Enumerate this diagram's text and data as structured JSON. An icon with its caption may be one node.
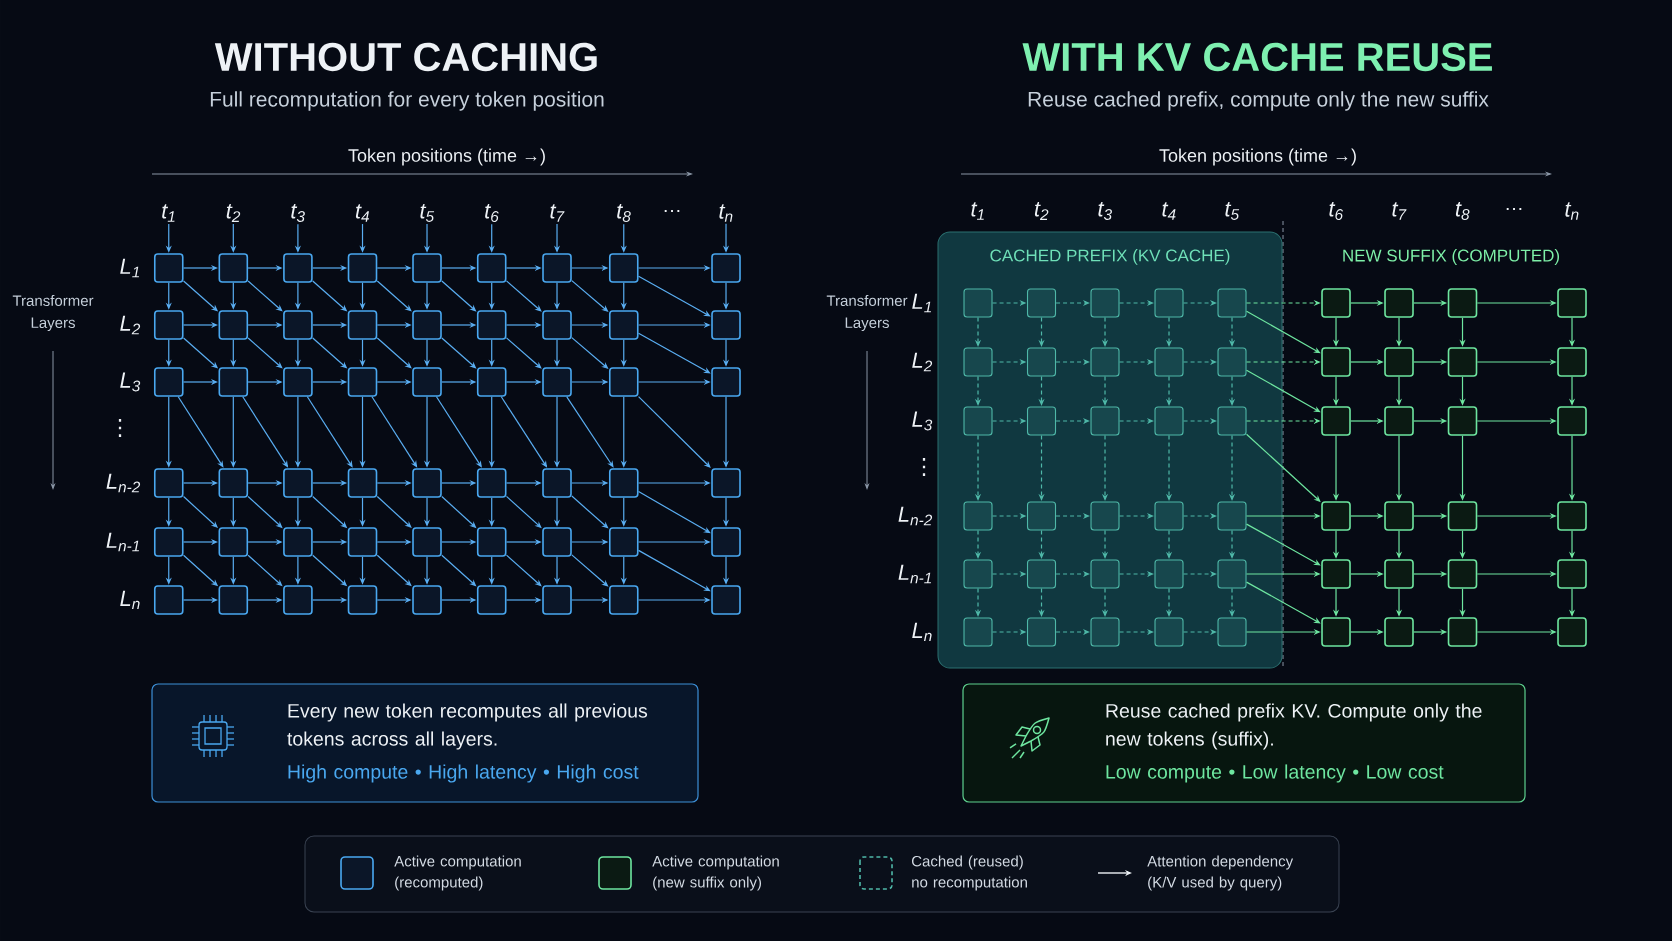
{
  "diagram": {
    "nodes": [
      {
        "text": [
          "t$_{1}$"
        ]
      },
      {
        "text": [
          "t$_{2}$"
        ]
      },
      {
        "text": [
          "t$_{3}$"
        ]
      },
      {
        "text": [
          "t$_{4}$"
        ]
      },
      {
        "text": [
          "t$_{5}$"
        ]
      },
      {
        "text": [
          "t$_{6}$"
        ]
      },
      {
        "text": [
          "t$_{7}$"
        ]
      },
      {
        "text": [
          "t$_{8}$"
        ]
      },
      {
        "text": [
          "t$_{n}$"
        ]
      },
      {
        "text": [],
        "shape": "box"
      },
      {
        "text": [],
        "shape": "box"
      },
      {
        "text": [],
        "shape": "box"
      },
      {
        "text": [],
        "shape": "box"
      },
      {
        "text": [],
        "shape": "box"
      },
      {
        "text": [],
        "shape": "box"
      },
      {
        "text": [],
        "shape": "box"
      },
      {
        "text": [],
        "shape": "box"
      },
      {
        "text": [],
        "shape": "box"
      },
      {
        "text": [],
        "shape": "box"
      },
      {
        "text": [],
        "shape": "box"
      },
      {
        "text": [],
        "shape": "box"
      },
      {
        "text": [],
        "shape": "box"
      },
      {
        "text": [],
        "shape": "box"
      },
      {
        "text": [],
        "shape": "box"
      },
      {
        "text": [],
        "shape": "box"
      },
      {
        "text": [],
        "shape": "box"
      },
      {
        "text": [],
        "shape": "box"
      },
      {
        "text": [],
        "shape": "box"
      },
      {
        "text": [],
        "shape": "box"
      },
      {
        "text": [],
        "shape": "box"
      },
      {
        "text": [],
        "shape": "box"
      },
      {
        "text": [],
        "shape": "box"
      },
      {
        "text": [],
        "shape": "box"
      },
      {
        "text": [],
        "shape": "box"
      },
      {
        "text": [],
        "shape": "box"
      },
      {
        "text": [],
        "shape": "box"
      },
      {
        "text": [],
        "shape": "box"
      },
      {
        "text": [],
        "shape": "box"
      },
      {
        "text": [],
        "shape": "box"
      },
      {
        "text": [],
        "shape": "box"
      },
      {
        "text": [],
        "shape": "box"
      },
      {
        "text": [],
        "shape": "box"
      },
      {
        "text": [],
        "shape": "box"
      },
      {
        "text": [],
        "shape": "box"
      },
      {
        "text": [],
        "shape": "box"
      },
      {
        "text": [],
        "shape": "box"
      },
      {
        "text": [],
        "shape": "box"
      },
      {
        "text": [],
        "shape": "box"
      },
      {
        "text": [],
        "shape": "box"
      },
      {
        "text": [],
        "shape": "box"
      },
      {
        "text": [],
        "shape": "box"
      },
      {
        "text": [],
        "shape": "box"
      },
      {
        "text": [],
        "shape": "box"
      },
      {
        "text": [],
        "shape": "box"
      },
      {
        "text": [],
        "shape": "box"
      },
      {
        "text": [],
        "shape": "box"
      },
      {
        "text": [],
        "shape": "box"
      },
      {
        "text": [],
        "shape": "box"
      },
      {
        "text": [],
        "shape": "box"
      },
      {
        "text": [],
        "shape": "box"
      },
      {
        "text": [],
        "shape": "box"
      },
      {
        "text": [],
        "shape": "box"
      },
      {
        "text": [],
        "shape": "box"
      },
      {
        "text": [
          "CACHED PREFIX (KV CACHE)"
        ]
      },
      {
        "text": [],
        "shape": "box",
        "in": 63
      },
      {
        "text": [],
        "shape": "box",
        "in": 63
      },
      {
        "text": [],
        "shape": "box",
        "in": 63
      },
      {
        "text": [],
        "shape": "box",
        "in": 63
      },
      {
        "text": [],
        "shape": "box",
        "in": 63
      },
      {
        "text": [],
        "shape": "box"
      },
      {
        "text": [],
        "shape": "box"
      },
      {
        "text": [],
        "shape": "box"
      },
      {
        "text": [],
        "shape": "box"
      },
      {
        "text": [],
        "shape": "box",
        "in": 63
      },
      {
        "text": [],
        "shape": "box",
        "in": 63
      },
      {
        "text": [],
        "shape": "box",
        "in": 63
      },
      {
        "text": [],
        "shape": "box",
        "in": 63
      },
      {
        "text": [],
        "shape": "box",
        "in": 63
      },
      {
        "text": [],
        "shape": "box"
      },
      {
        "text": [],
        "shape": "box"
      },
      {
        "text": [],
        "shape": "box"
      },
      {
        "text": [],
        "shape": "box"
      },
      {
        "text": [],
        "shape": "box",
        "in": 63
      },
      {
        "text": [],
        "shape": "box",
        "in": 63
      },
      {
        "text": [],
        "shape": "box",
        "in": 63
      },
      {
        "text": [],
        "shape": "box",
        "in": 63
      },
      {
        "text": [],
        "shape": "box",
        "in": 63
      },
      {
        "text": [],
        "shape": "box"
      },
      {
        "text": [],
        "shape": "box"
      },
      {
        "text": [],
        "shape": "box"
      },
      {
        "text": [],
        "shape": "box"
      },
      {
        "text": [],
        "shape": "box",
        "in": 63
      },
      {
        "text": [],
        "shape": "box",
        "in": 63
      },
      {
        "text": [],
        "shape": "box",
        "in": 63
      },
      {
        "text": [],
        "shape": "box",
        "in": 63
      },
      {
        "text": [],
        "shape": "box",
        "in": 63
      },
      {
        "text": [],
        "shape": "box"
      },
      {
        "text": [],
        "shape": "box"
      },
      {
        "text": [],
        "shape": "box"
      },
      {
        "text": [],
        "shape": "box"
      },
      {
        "text": [],
        "shape": "box",
        "in": 63
      },
      {
        "text": [],
        "shape": "box",
        "in": 63
      },
      {
        "text": [],
        "shape": "box",
        "in": 63
      },
      {
        "text": [],
        "shape": "box",
        "in": 63
      },
      {
        "text": [],
        "shape": "box",
        "in": 63
      },
      {
        "text": [],
        "shape": "box"
      },
      {
        "text": [],
        "shape": "box"
      },
      {
        "text": [],
        "shape": "box"
      },
      {
        "text": [],
        "shape": "box"
      },
      {
        "text": [],
        "shape": "box",
        "in": 63
      },
      {
        "text": [],
        "shape": "box",
        "in": 63
      },
      {
        "text": [],
        "shape": "box",
        "in": 63
      },
      {
        "text": [],
        "shape": "box",
        "in": 63
      },
      {
        "text": [],
        "shape": "box",
        "in": 63
      },
      {
        "text": [],
        "shape": "box"
      },
      {
        "text": [],
        "shape": "box"
      },
      {
        "text": [],
        "shape": "box"
      },
      {
        "text": [],
        "shape": "box"
      },
      {
        "text": [
          "Every new token recomputes all previous tokens across all layers.",
          "High compute • High latency • High cost"
        ]
      },
      {
        "text": [
          "Reuse cached prefix KV. Compute only the new tokens (suffix).",
          "Low compute • Low latency • Low cost"
        ]
      }
    ],
    "edges": [
      {
        "from": 0,
        "to": 9,
        "arrow": "to"
      },
      {
        "from": 1,
        "to": 10,
        "arrow": "to"
      },
      {
        "from": 2,
        "to": 11,
        "arrow": "to"
      },
      {
        "from": 3,
        "to": 12,
        "arrow": "to"
      },
      {
        "from": 4,
        "to": 13,
        "arrow": "to"
      },
      {
        "from": 5,
        "to": 14,
        "arrow": "to"
      },
      {
        "from": 6,
        "to": 15,
        "arrow": "to"
      },
      {
        "from": 7,
        "to": 16,
        "arrow": "to"
      },
      {
        "from": 8,
        "to": 17,
        "arrow": "to"
      },
      {
        "from": 9,
        "to": 10,
        "arrow": "to"
      },
      {
        "from": 10,
        "to": 11,
        "arrow": "to"
      },
      {
        "from": 11,
        "to": 12,
        "arrow": "to"
      },
      {
        "from": 12,
        "to": 13,
        "arrow": "to"
      },
      {
        "from": 13,
        "to": 14,
        "arrow": "to"
      },
      {
        "from": 14,
        "to": 15,
        "arrow": "to"
      },
      {
        "from": 15,
        "to": 16,
        "arrow": "to"
      },
      {
        "from": 16,
        "to": 17,
        "arrow": "to"
      },
      {
        "from": 18,
        "to": 19,
        "arrow": "to"
      },
      {
        "from": 19,
        "to": 20,
        "arrow": "to"
      },
      {
        "from": 20,
        "to": 21,
        "arrow": "to"
      },
      {
        "from": 21,
        "to": 22,
        "arrow": "to"
      },
      {
        "from": 22,
        "to": 23,
        "arrow": "to"
      },
      {
        "from": 23,
        "to": 24,
        "arrow": "to"
      },
      {
        "from": 24,
        "to": 25,
        "arrow": "to"
      },
      {
        "from": 25,
        "to": 26,
        "arrow": "to"
      },
      {
        "from": 27,
        "to": 28,
        "arrow": "to"
      },
      {
        "from": 28,
        "to": 29,
        "arrow": "to"
      },
      {
        "from": 29,
        "to": 30,
        "arrow": "to"
      },
      {
        "from": 30,
        "to": 31,
        "arrow": "to"
      },
      {
        "from": 31,
        "to": 32,
        "arrow": "to"
      },
      {
        "from": 32,
        "to": 33,
        "arrow": "to"
      },
      {
        "from": 33,
        "to": 34,
        "arrow": "to"
      },
      {
        "from": 34,
        "to": 35,
        "arrow": "to"
      },
      {
        "from": 36,
        "to": 37,
        "arrow": "to"
      },
      {
        "from": 37,
        "to": 38,
        "arrow": "to"
      },
      {
        "from": 38,
        "to": 39,
        "arrow": "to"
      },
      {
        "from": 39,
        "to": 40,
        "arrow": "to"
      },
      {
        "from": 40,
        "to": 41,
        "arrow": "to"
      },
      {
        "from": 41,
        "to": 42,
        "arrow": "to"
      },
      {
        "from": 42,
        "to": 43,
        "arrow": "to"
      },
      {
        "from": 43,
        "to": 44,
        "arrow": "to"
      },
      {
        "from": 45,
        "to": 46,
        "arrow": "to"
      },
      {
        "from": 46,
        "to": 47,
        "arrow": "to"
      },
      {
        "from": 47,
        "to": 48,
        "arrow": "to"
      },
      {
        "from": 48,
        "to": 49,
        "arrow": "to"
      },
      {
        "from": 49,
        "to": 50,
        "arrow": "to"
      },
      {
        "from": 50,
        "to": 51,
        "arrow": "to"
      },
      {
        "from": 51,
        "to": 52,
        "arrow": "to"
      },
      {
        "from": 52,
        "to": 53,
        "arrow": "to"
      },
      {
        "from": 54,
        "to": 55,
        "arrow": "to"
      },
      {
        "from": 55,
        "to": 56,
        "arrow": "to"
      },
      {
        "from": 56,
        "to": 57,
        "arrow": "to"
      },
      {
        "from": 57,
        "to": 58,
        "arrow": "to"
      },
      {
        "from": 58,
        "to": 59,
        "arrow": "to"
      },
      {
        "from": 59,
        "to": 60,
        "arrow": "to"
      },
      {
        "from": 60,
        "to": 61,
        "arrow": "to"
      },
      {
        "from": 61,
        "to": 62,
        "arrow": "to"
      },
      {
        "from": 9,
        "to": 18,
        "arrow": "to"
      },
      {
        "from": 10,
        "to": 19,
        "arrow": "to"
      },
      {
        "from": 11,
        "to": 20,
        "arrow": "to"
      },
      {
        "from": 12,
        "to": 21,
        "arrow": "to"
      },
      {
        "from": 13,
        "to": 22,
        "arrow": "to"
      },
      {
        "from": 14,
        "to": 23,
        "arrow": "to"
      },
      {
        "from": 15,
        "to": 24,
        "arrow": "to"
      },
      {
        "from": 16,
        "to": 25,
        "arrow": "to"
      },
      {
        "from": 17,
        "to": 26,
        "arrow": "to"
      },
      {
        "from": 18,
        "to": 27,
        "arrow": "to"
      },
      {
        "from": 19,
        "to": 28,
        "arrow": "to"
      },
      {
        "from": 20,
        "to": 29,
        "arrow": "to"
      },
      {
        "from": 21,
        "to": 30,
        "arrow": "to"
      },
      {
        "from": 22,
        "to": 31,
        "arrow": "to"
      },
      {
        "from": 23,
        "to": 32,
        "arrow": "to"
      },
      {
        "from": 24,
        "to": 33,
        "arrow": "to"
      },
      {
        "from": 25,
        "to": 34,
        "arrow": "to"
      },
      {
        "from": 26,
        "to": 35,
        "arrow": "to"
      },
      {
        "from": 27,
        "to": 36,
        "arrow": "to"
      },
      {
        "from": 28,
        "to": 37,
        "arrow": "to"
      },
      {
        "from": 29,
        "to": 38,
        "arrow": "to"
      },
      {
        "from": 30,
        "to": 39,
        "arrow": "to"
      },
      {
        "from": 31,
        "to": 40,
        "arrow": "to"
      },
      {
        "from": 32,
        "to": 41,
        "arrow": "to"
      },
      {
        "from": 33,
        "to": 42,
        "arrow": "to"
      },
      {
        "from": 34,
        "to": 43,
        "arrow": "to"
      },
      {
        "from": 35,
        "to": 44,
        "arrow": "to"
      },
      {
        "from": 36,
        "to": 45,
        "arrow": "to"
      },
      {
        "from": 37,
        "to": 46,
        "arrow": "to"
      },
      {
        "from": 38,
        "to": 47,
        "arrow": "to"
      },
      {
        "from": 39,
        "to": 48,
        "arrow": "to"
      },
      {
        "from": 40,
        "to": 49,
        "arrow": "to"
      },
      {
        "from": 41,
        "to": 50,
        "arrow": "to"
      },
      {
        "from": 42,
        "to": 51,
        "arrow": "to"
      },
      {
        "from": 43,
        "to": 52,
        "arrow": "to"
      },
      {
        "from": 44,
        "to": 53,
        "arrow": "to"
      },
      {
        "from": 45,
        "to": 54,
        "arrow": "to"
      },
      {
        "from": 46,
        "to": 55,
        "arrow": "to"
      },
      {
        "from": 47,
        "to": 56,
        "arrow": "to"
      },
      {
        "from": 48,
        "to": 57,
        "arrow": "to"
      },
      {
        "from": 49,
        "to": 58,
        "arrow": "to"
      },
      {
        "from": 50,
        "to": 59,
        "arrow": "to"
      },
      {
        "from": 51,
        "to": 60,
        "arrow": "to"
      },
      {
        "from": 52,
        "to": 61,
        "arrow": "to"
      },
      {
        "from": 53,
        "to": 62,
        "arrow": "to"
      },
      {
        "from": 9,
        "to": 19,
        "arrow": "to"
      },
      {
        "from": 10,
        "to": 20,
        "arrow": "to"
      },
      {
        "from": 11,
        "to": 21,
        "arrow": "to"
      },
      {
        "from": 12,
        "to": 22,
        "arrow": "to"
      },
      {
        "from": 13,
        "to": 23,
        "arrow": "to"
      },
      {
        "from": 14,
        "to": 24,
        "arrow": "to"
      },
      {
        "from": 15,
        "to": 25,
        "arrow": "to"
      },
      {
        "from": 16,
        "to": 26,
        "arrow": "to"
      },
      {
        "from": 18,
        "to": 28,
        "arrow": "to"
      },
      {
        "from": 19,
        "to": 29,
        "arrow": "to"
      },
      {
        "from": 20,
        "to": 30,
        "arrow": "to"
      },
      {
        "from": 21,
        "to": 31,
        "arrow": "to"
      },
      {
        "from": 22,
        "to": 32,
        "arrow": "to"
      },
      {
        "from": 23,
        "to": 33,
        "arrow": "to"
      },
      {
        "from": 24,
        "to": 34,
        "arrow": "to"
      },
      {
        "from": 25,
        "to": 35,
        "arrow": "to"
      },
      {
        "from": 27,
        "to": 37,
        "arrow": "to"
      },
      {
        "from": 28,
        "to": 38,
        "arrow": "to"
      },
      {
        "from": 29,
        "to": 39,
        "arrow": "to"
      },
      {
        "from": 30,
        "to": 40,
        "arrow": "to"
      },
      {
        "from": 31,
        "to": 41,
        "arrow": "to"
      },
      {
        "from": 32,
        "to": 42,
        "arrow": "to"
      },
      {
        "from": 33,
        "to": 43,
        "arrow": "to"
      },
      {
        "from": 34,
        "to": 44,
        "arrow": "to"
      },
      {
        "from": 36,
        "to": 46,
        "arrow": "to"
      },
      {
        "from": 37,
        "to": 47,
        "arrow": "to"
      },
      {
        "from": 38,
        "to": 48,
        "arrow": "to"
      },
      {
        "from": 39,
        "to": 49,
        "arrow": "to"
      },
      {
        "from": 40,
        "to": 50,
        "arrow": "to"
      },
      {
        "from": 41,
        "to": 51,
        "arrow": "to"
      },
      {
        "from": 42,
        "to": 52,
        "arrow": "to"
      },
      {
        "from": 43,
        "to": 53,
        "arrow": "to"
      },
      {
        "from": 45,
        "to": 55,
        "arrow": "to"
      },
      {
        "from": 46,
        "to": 56,
        "arrow": "to"
      },
      {
        "from": 47,
        "to": 57,
        "arrow": "to"
      },
      {
        "from": 48,
        "to": 58,
        "arrow": "to"
      },
      {
        "from": 49,
        "to": 59,
        "arrow": "to"
      },
      {
        "from": 50,
        "to": 60,
        "arrow": "to"
      },
      {
        "from": 51,
        "to": 61,
        "arrow": "to"
      },
      {
        "from": 52,
        "to": 62,
        "arrow": "to"
      },
      {
        "from": 64,
        "to": 65,
        "arrow": "to",
        "style": "dashed",
        "color": "#4fb8a8"
      },
      {
        "from": 65,
        "to": 66,
        "arrow": "to",
        "style": "dashed",
        "color": "#4fb8a8"
      },
      {
        "from": 66,
        "to": 67,
        "arrow": "to",
        "style": "dashed",
        "color": "#4fb8a8"
      },
      {
        "from": 67,
        "to": 68,
        "arrow": "to",
        "style": "dashed",
        "color": "#4fb8a8"
      },
      {
        "from": 73,
        "to": 74,
        "arrow": "to",
        "style": "dashed",
        "color": "#4fb8a8"
      },
      {
        "from": 74,
        "to": 75,
        "arrow": "to",
        "style": "dashed",
        "color": "#4fb8a8"
      },
      {
        "from": 75,
        "to": 76,
        "arrow": "to",
        "style": "dashed",
        "color": "#4fb8a8"
      },
      {
        "from": 76,
        "to": 77,
        "arrow": "to",
        "style": "dashed",
        "color": "#4fb8a8"
      },
      {
        "from": 82,
        "to": 83,
        "arrow": "to",
        "style": "dashed",
        "color": "#4fb8a8"
      },
      {
        "from": 83,
        "to": 84,
        "arrow": "to",
        "style": "dashed",
        "color": "#4fb8a8"
      },
      {
        "from": 84,
        "to": 85,
        "arrow": "to",
        "style": "dashed",
        "color": "#4fb8a8"
      },
      {
        "from": 85,
        "to": 86,
        "arrow": "to",
        "style": "dashed",
        "color": "#4fb8a8"
      },
      {
        "from": 91,
        "to": 92,
        "arrow": "to",
        "style": "dashed",
        "color": "#4fb8a8"
      },
      {
        "from": 92,
        "to": 93,
        "arrow": "to",
        "style": "dashed",
        "color": "#4fb8a8"
      },
      {
        "from": 93,
        "to": 94,
        "arrow": "to",
        "style": "dashed",
        "color": "#4fb8a8"
      },
      {
        "from": 94,
        "to": 95,
        "arrow": "to",
        "style": "dashed",
        "color": "#4fb8a8"
      },
      {
        "from": 100,
        "to": 101,
        "arrow": "to",
        "style": "dashed",
        "color": "#4fb8a8"
      },
      {
        "from": 101,
        "to": 102,
        "arrow": "to",
        "style": "dashed",
        "color": "#4fb8a8"
      },
      {
        "from": 102,
        "to": 103,
        "arrow": "to",
        "style": "dashed",
        "color": "#4fb8a8"
      },
      {
        "from": 103,
        "to": 104,
        "arrow": "to",
        "style": "dashed",
        "color": "#4fb8a8"
      },
      {
        "from": 109,
        "to": 110,
        "arrow": "to",
        "style": "dashed",
        "color": "#4fb8a8"
      },
      {
        "from": 110,
        "to": 111,
        "arrow": "to",
        "style": "dashed",
        "color": "#4fb8a8"
      },
      {
        "from": 111,
        "to": 112,
        "arrow": "to",
        "style": "dashed",
        "color": "#4fb8a8"
      },
      {
        "from": 112,
        "to": 113,
        "arrow": "to",
        "style": "dashed",
        "color": "#4fb8a8"
      },
      {
        "from": 68,
        "to": 69,
        "arrow": "to",
        "style": "dashed",
        "color": "#6ee6a0"
      },
      {
        "from": 77,
        "to": 78,
        "arrow": "to",
        "style": "dashed",
        "color": "#6ee6a0"
      },
      {
        "from": 86,
        "to": 87,
        "arrow": "to",
        "style": "dashed",
        "color": "#6ee6a0"
      },
      {
        "from": 95,
        "to": 96,
        "arrow": "to",
        "color": "#6ee6a0"
      },
      {
        "from": 104,
        "to": 105,
        "arrow": "to",
        "color": "#6ee6a0"
      },
      {
        "from": 113,
        "to": 114,
        "arrow": "to",
        "color": "#6ee6a0"
      },
      {
        "from": 69,
        "to": 70,
        "arrow": "to",
        "color": "#6ee6a0"
      },
      {
        "from": 70,
        "to": 71,
        "arrow": "to",
        "color": "#6ee6a0"
      },
      {
        "from": 71,
        "to": 72,
        "arrow": "to",
        "color": "#6ee6a0"
      },
      {
        "from": 78,
        "to": 79,
        "arrow": "to",
        "color": "#6ee6a0"
      },
      {
        "from": 79,
        "to": 80,
        "arrow": "to",
        "color": "#6ee6a0"
      },
      {
        "from": 80,
        "to": 81,
        "arrow": "to",
        "color": "#6ee6a0"
      },
      {
        "from": 87,
        "to": 88,
        "arrow": "to",
        "color": "#6ee6a0"
      },
      {
        "from": 88,
        "to": 89,
        "arrow": "to",
        "color": "#6ee6a0"
      },
      {
        "from": 89,
        "to": 90,
        "arrow": "to",
        "color": "#6ee6a0"
      },
      {
        "from": 96,
        "to": 97,
        "arrow": "to",
        "color": "#6ee6a0"
      },
      {
        "from": 97,
        "to": 98,
        "arrow": "to",
        "color": "#6ee6a0"
      },
      {
        "from": 98,
        "to": 99,
        "arrow": "to",
        "color": "#6ee6a0"
      },
      {
        "from": 105,
        "to": 106,
        "arrow": "to",
        "color": "#6ee6a0"
      },
      {
        "from": 106,
        "to": 107,
        "arrow": "to",
        "color": "#6ee6a0"
      },
      {
        "from": 107,
        "to": 108,
        "arrow": "to",
        "color": "#6ee6a0"
      },
      {
        "from": 114,
        "to": 115,
        "arrow": "to",
        "color": "#6ee6a0"
      },
      {
        "from": 115,
        "to": 116,
        "arrow": "to",
        "color": "#6ee6a0"
      },
      {
        "from": 116,
        "to": 117,
        "arrow": "to",
        "color": "#6ee6a0"
      },
      {
        "from": 64,
        "to": 73,
        "arrow": "to",
        "style": "dashed",
        "color": "#4fb8a8"
      },
      {
        "from": 65,
        "to": 74,
        "arrow": "to",
        "style": "dashed",
        "color": "#4fb8a8"
      },
      {
        "from": 66,
        "to": 75,
        "arrow": "to",
        "style": "dashed",
        "color": "#4fb8a8"
      },
      {
        "from": 67,
        "to": 76,
        "arrow": "to",
        "style": "dashed",
        "color": "#4fb8a8"
      },
      {
        "from": 68,
        "to": 77,
        "arrow": "to",
        "style": "dashed",
        "color": "#4fb8a8"
      },
      {
        "from": 73,
        "to": 82,
        "arrow": "to",
        "style": "dashed",
        "color": "#4fb8a8"
      },
      {
        "from": 74,
        "to": 83,
        "arrow": "to",
        "style": "dashed",
        "color": "#4fb8a8"
      },
      {
        "from": 75,
        "to": 84,
        "arrow": "to",
        "style": "dashed",
        "color": "#4fb8a8"
      },
      {
        "from": 76,
        "to": 85,
        "arrow": "to",
        "style": "dashed",
        "color": "#4fb8a8"
      },
      {
        "from": 77,
        "to": 86,
        "arrow": "to",
        "style": "dashed",
        "color": "#4fb8a8"
      },
      {
        "from": 82,
        "to": 91,
        "arrow": "to",
        "style": "dashed",
        "color": "#4fb8a8"
      },
      {
        "from": 83,
        "to": 92,
        "arrow": "to",
        "style": "dashed",
        "color": "#4fb8a8"
      },
      {
        "from": 84,
        "to": 93,
        "arrow": "to",
        "style": "dashed",
        "color": "#4fb8a8"
      },
      {
        "from": 85,
        "to": 94,
        "arrow": "to",
        "style": "dashed",
        "color": "#4fb8a8"
      },
      {
        "from": 86,
        "to": 95,
        "arrow": "to",
        "style": "dashed",
        "color": "#4fb8a8"
      },
      {
        "from": 91,
        "to": 100,
        "arrow": "to",
        "style": "dashed",
        "color": "#4fb8a8"
      },
      {
        "from": 92,
        "to": 101,
        "arrow": "to",
        "style": "dashed",
        "color": "#4fb8a8"
      },
      {
        "from": 93,
        "to": 102,
        "arrow": "to",
        "style": "dashed",
        "color": "#4fb8a8"
      },
      {
        "from": 94,
        "to": 103,
        "arrow": "to",
        "style": "dashed",
        "color": "#4fb8a8"
      },
      {
        "from": 95,
        "to": 104,
        "arrow": "to",
        "style": "dashed",
        "color": "#4fb8a8"
      },
      {
        "from": 100,
        "to": 109,
        "arrow": "to",
        "style": "dashed",
        "color": "#4fb8a8"
      },
      {
        "from": 101,
        "to": 110,
        "arrow": "to",
        "style": "dashed",
        "color": "#4fb8a8"
      },
      {
        "from": 102,
        "to": 111,
        "arrow": "to",
        "style": "dashed",
        "color": "#4fb8a8"
      },
      {
        "from": 103,
        "to": 112,
        "arrow": "to",
        "style": "dashed",
        "color": "#4fb8a8"
      },
      {
        "from": 104,
        "to": 113,
        "arrow": "to",
        "style": "dashed",
        "color": "#4fb8a8"
      },
      {
        "from": 69,
        "to": 78,
        "arrow": "to",
        "color": "#6ee6a0"
      },
      {
        "from": 70,
        "to": 79,
        "arrow": "to",
        "color": "#6ee6a0"
      },
      {
        "from": 71,
        "to": 80,
        "arrow": "to",
        "color": "#6ee6a0"
      },
      {
        "from": 72,
        "to": 81,
        "arrow": "to",
        "color": "#6ee6a0"
      },
      {
        "from": 78,
        "to": 87,
        "arrow": "to",
        "color": "#6ee6a0"
      },
      {
        "from": 79,
        "to": 88,
        "arrow": "to",
        "color": "#6ee6a0"
      },
      {
        "from": 80,
        "to": 89,
        "arrow": "to",
        "color": "#6ee6a0"
      },
      {
        "from": 81,
        "to": 90,
        "arrow": "to",
        "color": "#6ee6a0"
      },
      {
        "from": 87,
        "to": 96,
        "arrow": "to",
        "color": "#6ee6a0"
      },
      {
        "from": 88,
        "to": 97,
        "arrow": "to",
        "color": "#6ee6a0"
      },
      {
        "from": 89,
        "to": 98,
        "arrow": "to",
        "color": "#6ee6a0"
      },
      {
        "from": 90,
        "to": 99,
        "arrow": "to",
        "color": "#6ee6a0"
      },
      {
        "from": 96,
        "to": 105,
        "arrow": "to",
        "color": "#6ee6a0"
      },
      {
        "from": 97,
        "to": 106,
        "arrow": "to",
        "color": "#6ee6a0"
      },
      {
        "from": 98,
        "to": 107,
        "arrow": "to",
        "color": "#6ee6a0"
      },
      {
        "from": 99,
        "to": 108,
        "arrow": "to",
        "color": "#6ee6a0"
      },
      {
        "from": 105,
        "to": 114,
        "arrow": "to",
        "color": "#6ee6a0"
      },
      {
        "from": 106,
        "to": 115,
        "arrow": "to",
        "color": "#6ee6a0"
      },
      {
        "from": 107,
        "to": 116,
        "arrow": "to",
        "color": "#6ee6a0"
      },
      {
        "from": 108,
        "to": 117,
        "arrow": "to",
        "color": "#6ee6a0"
      },
      {
        "from": 68,
        "to": 78,
        "arrow": "to",
        "color": "#6ee6a0"
      },
      {
        "from": 77,
        "to": 87,
        "arrow": "to",
        "color": "#6ee6a0"
      },
      {
        "from": 86,
        "to": 96,
        "arrow": "to",
        "color": "#6ee6a0"
      },
      {
        "from": 95,
        "to": 105,
        "arrow": "to",
        "color": "#6ee6a0"
      },
      {
        "from": 104,
        "to": 114,
        "arrow": "to",
        "color": "#6ee6a0"
      }
    ],
    "labels": [
      "WITHOUT CACHING",
      "Full recomputation for every token position",
      "Token positions (time →)",
      "…",
      "Transformer Layers",
      "L$_{1}$",
      "L$_{2}$",
      "L$_{3}$",
      "L$_{n-2}$",
      "L$_{n-1}$",
      "L$_{n}$",
      "⋮",
      "WITH KV CACHE REUSE",
      "Reuse cached prefix, compute only the new suffix",
      "Token positions (time →)",
      "t$_{1}$",
      "t$_{2}$",
      "t$_{3}$",
      "t$_{4}$",
      "t$_{5}$",
      "t$_{6}$",
      "t$_{7}$",
      "t$_{8}$",
      "…",
      "t$_{n}$",
      "Transformer Layers",
      "L$_{1}$",
      "L$_{2}$",
      "L$_{3}$",
      "L$_{n-2}$",
      "L$_{n-1}$",
      "L$_{n}$",
      "⋮",
      "NEW SUFFIX (COMPUTED)"
    ],
    "legend": [
      {
        "text": "Active computation (recomputed)"
      },
      {
        "text": "Active computation (new suffix only)"
      },
      {
        "text": "Cached (reused) no recomputation"
      },
      {
        "text": "Attention dependency (K/V used by query)"
      }
    ]
  }
}
